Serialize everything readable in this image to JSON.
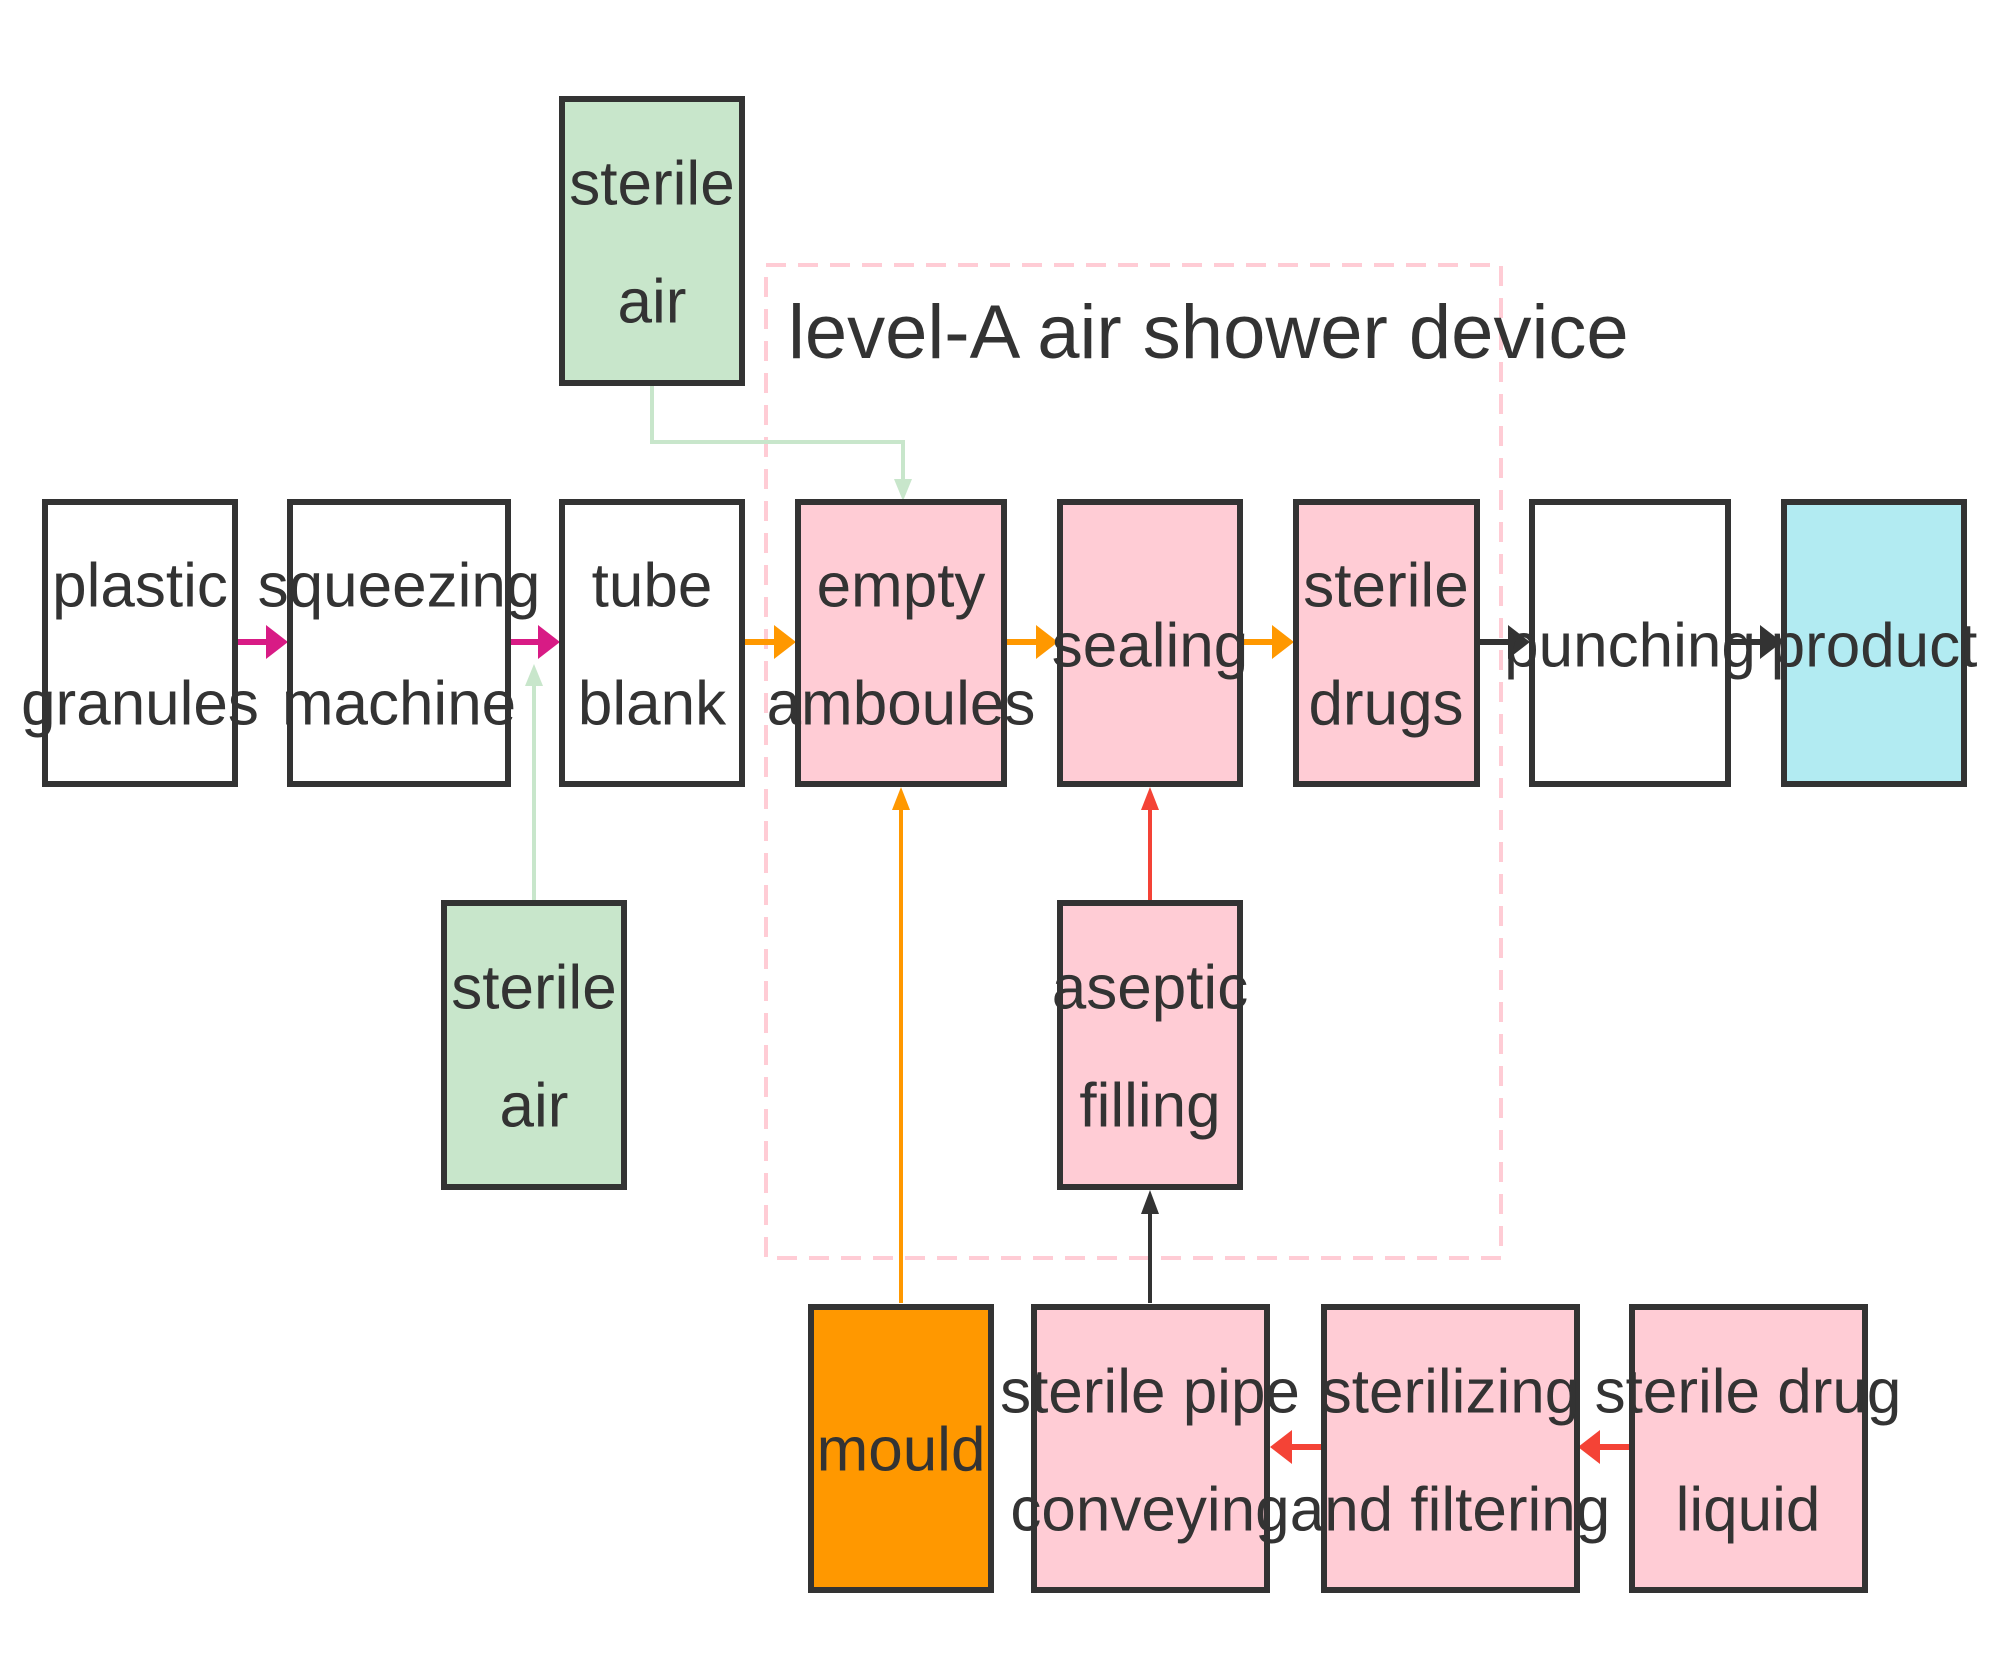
{
  "group": {
    "title": "level-A air shower device"
  },
  "nodes": {
    "plastic_granules": {
      "lines": [
        "plastic",
        "granules"
      ]
    },
    "squeezing_machine": {
      "lines": [
        "squeezing",
        "machine"
      ]
    },
    "tube_blank": {
      "lines": [
        "tube",
        "blank"
      ]
    },
    "empty_amboules": {
      "lines": [
        "empty",
        "amboules"
      ]
    },
    "sealing": {
      "lines": [
        "sealing"
      ]
    },
    "sterile_drugs": {
      "lines": [
        "sterile",
        "drugs"
      ]
    },
    "punching": {
      "lines": [
        "punching"
      ]
    },
    "product": {
      "lines": [
        "product"
      ]
    },
    "sterile_air_top": {
      "lines": [
        "sterile",
        "air"
      ]
    },
    "sterile_air_bottom": {
      "lines": [
        "sterile",
        "air"
      ]
    },
    "aseptic_filling": {
      "lines": [
        "aseptic",
        "filling"
      ]
    },
    "mould": {
      "lines": [
        "mould"
      ]
    },
    "sterile_pipe_conveying": {
      "lines": [
        "sterile pipe",
        "conveying"
      ]
    },
    "sterilizing_and_filtering": {
      "lines": [
        "sterilizing",
        "and filtering"
      ]
    },
    "sterile_drug_liquid": {
      "lines": [
        "sterile drug",
        "liquid"
      ]
    }
  },
  "colors": {
    "white_fill": "#ffffff",
    "pink_fill": "#ffccd5",
    "green_fill": "#c8e6cb",
    "cyan_fill": "#b2ebf2",
    "orange_fill": "#ff9800",
    "magenta_arrow": "#d81b85",
    "orange_arrow": "#ff9800",
    "dark_arrow": "#333333",
    "red_arrow": "#f44336",
    "green_arrow": "#c8e6cb",
    "group_border": "#ffccd5"
  }
}
